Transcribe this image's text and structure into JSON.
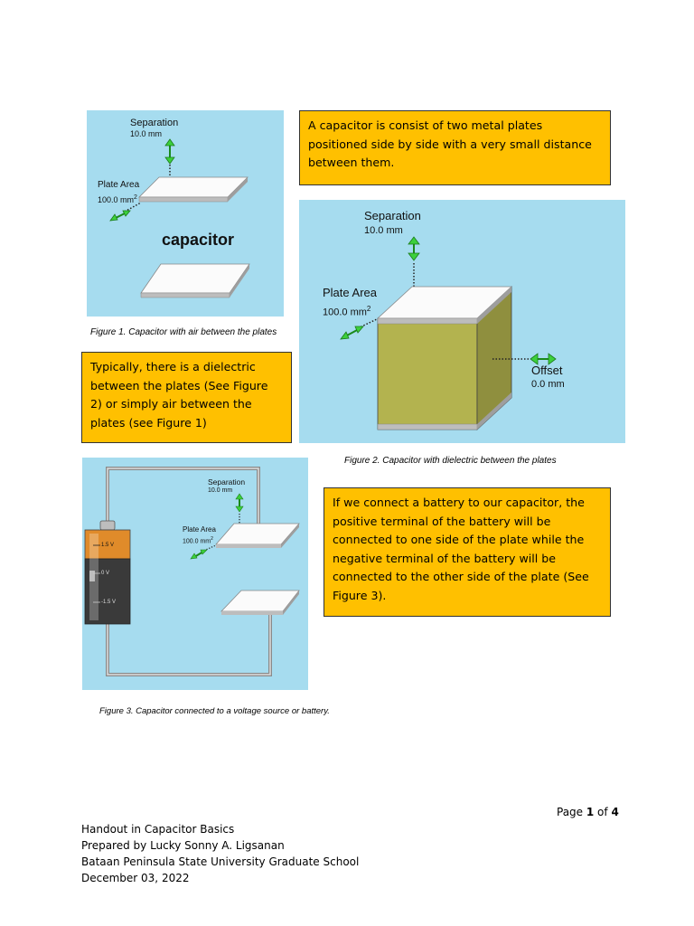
{
  "figure1": {
    "separation_label": "Separation",
    "separation_value": "10.0 mm",
    "plate_area_label": "Plate Area",
    "plate_area_value": "100.0 mm",
    "plate_area_exp": "2",
    "title": "capacitor",
    "caption": "Figure 1. Capacitor with air between the plates"
  },
  "figure2": {
    "separation_label": "Separation",
    "separation_value": "10.0 mm",
    "plate_area_label": "Plate Area",
    "plate_area_value": "100.0 mm",
    "plate_area_exp": "2",
    "offset_label": "Offset",
    "offset_value": "0.0 mm",
    "caption": "Figure 2. Capacitor with dielectric  between the plates"
  },
  "figure3": {
    "separation_label": "Separation",
    "separation_value": "10.0 mm",
    "plate_area_label": "Plate Area",
    "plate_area_value": "100.0 mm",
    "plate_area_exp": "2",
    "battery_top": "1.5 V",
    "battery_mid": "0 V",
    "battery_bottom": "-1.5 V",
    "caption": "Figure 3. Capacitor connected to a voltage source or battery."
  },
  "notes": {
    "note1": "A capacitor is consist of two metal plates positioned side by side with a very small distance between them.",
    "note2": "Typically, there is a dielectric between the plates (See Figure 2) or simply air between the plates (see Figure 1)",
    "note3": "If we connect a battery to our capacitor, the positive terminal of the battery will be connected to one side of the plate while the negative terminal of the battery will be connected to the other side of the plate (See Figure 3)."
  },
  "page": {
    "prefix": "Page ",
    "current": "1",
    "of": " of ",
    "total": "4"
  },
  "footer": {
    "line1": "Handout in Capacitor Basics",
    "line2": "Prepared by Lucky Sonny A. Ligsanan",
    "line3": "Bataan Peninsula State University Graduate School",
    "line4": "December 03, 2022"
  },
  "colors": {
    "panel": "#a6dcef",
    "note": "#ffc000",
    "dielectric": "#b3b34f",
    "arrow": "#3cd03c",
    "battery_top": "#e08b2a"
  }
}
